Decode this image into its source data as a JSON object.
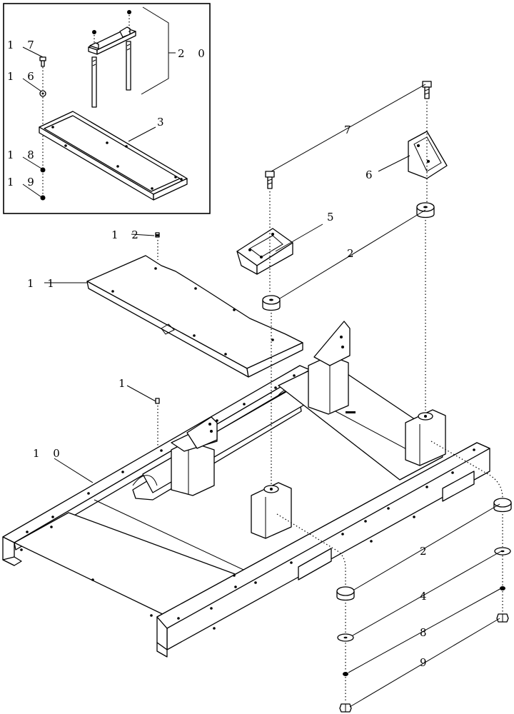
{
  "callouts": {
    "c1": "1",
    "c2a": "2",
    "c2b": "2",
    "c3": "3",
    "c4": "4",
    "c5": "5",
    "c6": "6",
    "c7": "7",
    "c8": "8",
    "c9": "9",
    "c10": "1 0",
    "c11": "1 1",
    "c12": "1 2",
    "c16": "1 6",
    "c17": "1 7",
    "c18": "1 8",
    "c19": "1 9",
    "c20": "2 0"
  },
  "colors": {
    "ink": "#000000",
    "paper": "#ffffff"
  }
}
